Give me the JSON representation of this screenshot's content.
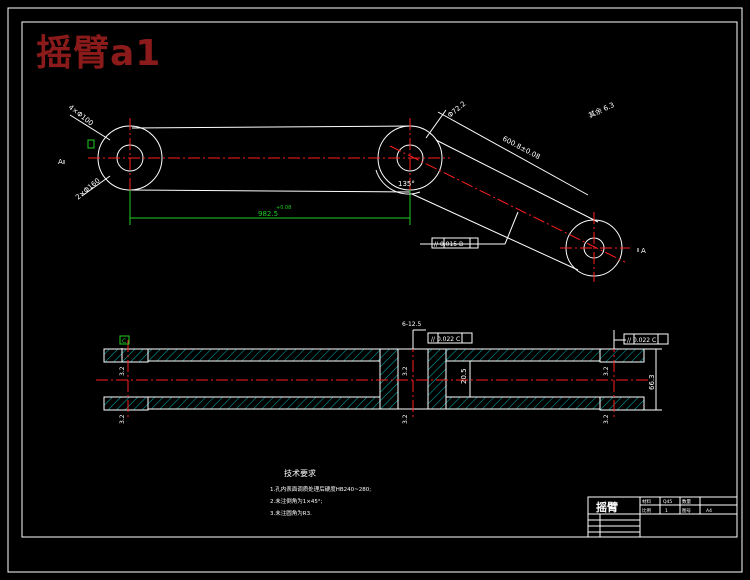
{
  "drawing": {
    "stamp_title": "摇臂a1",
    "colors": {
      "background": "#000000",
      "outline": "#ffffff",
      "centerline": "#ff2020",
      "dimension": "#22cc22",
      "hatch": "#00b3b3",
      "stamp": "#8b1a1a"
    }
  },
  "top_view": {
    "hole_callout": "4×Φ100",
    "boss_callout": "2×Φ160",
    "angle_main": "135°",
    "radius_note": "Φ72.2",
    "length_right": "600.8±0.08",
    "length_left": "982.5",
    "length_left_tol": "+0.08",
    "section_mark": "A",
    "roughness_note": "其余 6.3",
    "parallel_tol": "// 0.015 B"
  },
  "front_view": {
    "datum_box": "C",
    "tol_center": "// 0.022 C",
    "tol_right": "// 0.022 C",
    "dim_height_right": "66.3",
    "dim_height_center": "20.5",
    "center_label": "6-12.5",
    "roughness_marks": [
      "3.2",
      "3.2",
      "3.2",
      "3.2",
      "3.2",
      "3.2"
    ]
  },
  "notes": {
    "heading": "技术要求",
    "lines": [
      "1.孔内表面调质处理后硬度HB240~280;",
      "2.未注倒角为1×45°;",
      "3.未注圆角为R3."
    ]
  },
  "title_block": {
    "part_name": "摇臂",
    "material": "Q45",
    "scale": "1",
    "sheet": "A4",
    "labels": [
      "材料",
      "比例",
      "数量",
      "图号"
    ]
  }
}
